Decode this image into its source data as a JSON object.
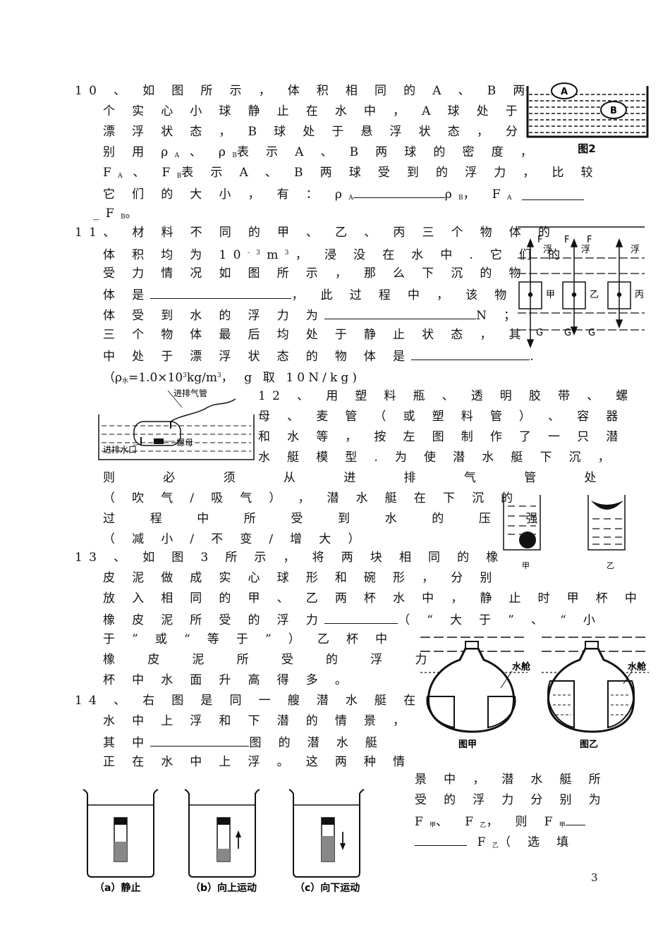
{
  "page_number": "3",
  "q10": {
    "l1": "10 、 如 图 所 示 ， 体 积 相 同 的 A 、 B 两",
    "l2": "个 实 心 小 球 静 止 在 水 中 ， A 球 处 于",
    "l3": "漂 浮 状 态 ， B 球 处 于 悬 浮 状 态 ， 分",
    "l4a": "别 用 ρ",
    "l4b": "A",
    "l4c": " 、 ρ",
    "l4d": "B",
    "l4e": "表 示 A 、 B 两 球 的 密 度 ，",
    "l5a": "F",
    "l5b": "A",
    "l5c": " 、 F",
    "l5d": "B",
    "l5e": "表 示 A 、 B 两 球 受 到 的 浮 力 ， 比 较",
    "l6a": "它 们 的 大 小 ， 有 ： ρ",
    "l6b": "A",
    "l6c": "ρ",
    "l6d": "B",
    "l6e": "， F",
    "l6f": "A",
    "l7a": "_F",
    "l7b": "B",
    "l7c": "。",
    "fig_ball_a": "A",
    "fig_ball_b": "B",
    "fig_caption": "图2"
  },
  "q11": {
    "l1": "11、 材 料 不 同 的 甲 、 乙 、 丙 三 个 物 体 的",
    "l2a": "体 积 均 为 10",
    "l2b": "-3",
    "l2c": "m",
    "l2d": "3",
    "l2e": "， 浸 没 在 水 中 . 它 们 的",
    "l3": "受 力 情 况 如 图 所 示 ， 那 么 下 沉 的 物",
    "l4a": "体 是",
    "l4b": "， 此 过 程 中 ， 该 物",
    "l5a": "体 受 到 水 的 浮 力 为",
    "l5b": "N ；",
    "l6": "三 个 物 体 最 后 均 处 于 静 止 状 态 ， 其",
    "l7a": "中 处 于 漂 浮 状 态 的 物 体 是",
    "l7b": ".",
    "l8a": "（ρ",
    "l8b": "水",
    "l8c": "=1.0×10",
    "l8d": "3",
    "l8e": "kg/m",
    "l8f": "3",
    "l8g": "， g 取 10N/kg)",
    "fig_F": "F",
    "fig_fu": "浮",
    "fig_G": "G",
    "fig_jia": "甲",
    "fig_yi": "乙",
    "fig_bing": "丙"
  },
  "q12": {
    "l1": "12 、 用 塑 料 瓶 、 透 明 胶 带 、 螺",
    "l2": "母 、 麦 管 （ 或 塑 料 管 ） 、 容 器",
    "l3": "和 水 等 ， 按 左 图 制 作 了 一 只 潜",
    "l4": "水 艇 模 型 . 为 使 潜 水 艇 下 沉 ，",
    "l5": "则 必 须 从 进 排 气 管 处",
    "l6": "（ 吹 气 / 吸 气 ） ， 潜 水 艇 在 下 沉 的",
    "l7": "过 程 中 所 受 到 水 的 压 强",
    "l8": "（ 减 小 / 不 变  / 增 大 ）",
    "fig_pipe": "进排气管",
    "fig_nut": "螺母",
    "fig_port": "进排水口"
  },
  "q13": {
    "l1": "13 、 如 图 3 所 示 ， 将 两 块 相 同 的 橡",
    "l2": "皮 泥 做 成 实 心 球 形 和 碗 形 ， 分 别",
    "l3": "放 入 相 同 的 甲 、 乙 两 杯 水 中 ， 静 止 时 甲 杯 中",
    "l4a": "橡 皮 泥 所 受 的 浮 力",
    "l4b": "（ “ 大 于 ” 、 “ 小",
    "l5": "于 ” 或 “ 等 于 ” ） 乙 杯 中",
    "l6": "橡 皮 泥 所 受 的 浮 力 ，",
    "l7": "杯 中 水 面 升 高 得 多 。",
    "fig_jia": "甲",
    "fig_yi": "乙"
  },
  "q14": {
    "l1": "14 、 右 图 是 同 一 艘 潜 水 艇 在",
    "l2": "水 中 上 浮 和 下 潜 的 情 景 ，",
    "l3a": "其 中",
    "l3b": "图 的 潜 水 艇",
    "l4": "正 在 水 中 上 浮 。 这 两 种 情",
    "l5": "景 中 ， 潜 水 艇 所",
    "l6": "受 的 浮 力 分 别 为",
    "l7a": "F",
    "l7b": "甲",
    "l7c": "、 F",
    "l7d": "乙",
    "l7e": "， 则 F",
    "l7f": "甲",
    "l8a": "F",
    "l8b": "乙",
    "l8c": "（ 选 填",
    "fig_tank": "水舱",
    "fig_cap_jia": "图甲",
    "fig_cap_yi": "图乙"
  },
  "beakers": {
    "cap_a": "（a）静止",
    "cap_b": "（b）向上运动",
    "cap_c": "（c）向下运动"
  }
}
